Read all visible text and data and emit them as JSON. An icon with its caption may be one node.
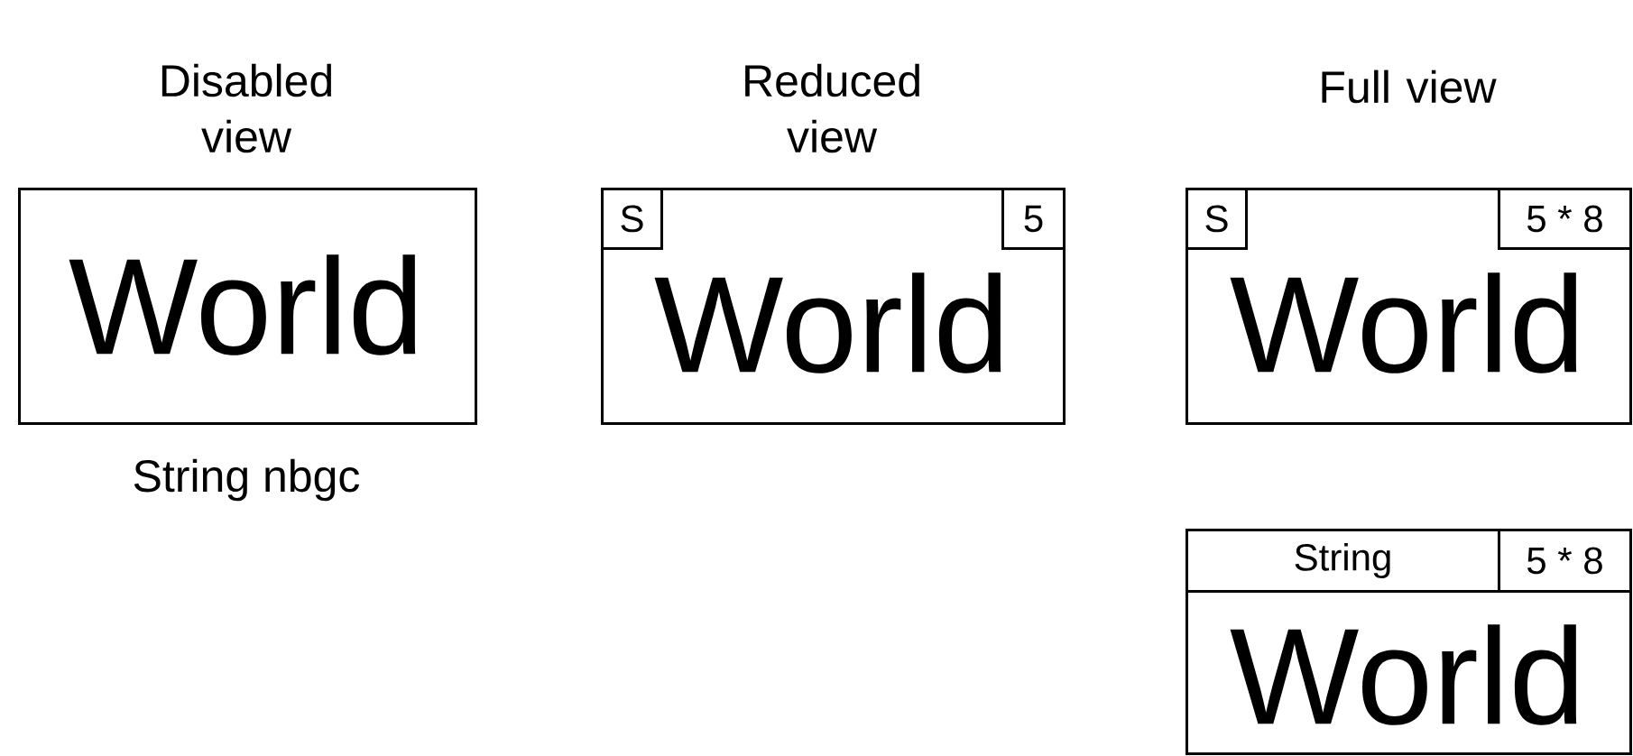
{
  "diagram": {
    "nodes": [
      {
        "text": [
          "Disabled view",
          "World"
        ],
        "beside": [
          "String nbgc"
        ]
      },
      {
        "text": [
          "Reduced view",
          "World"
        ]
      },
      {
        "text": [
          "S"
        ],
        "in": 1
      },
      {
        "text": [
          "5"
        ],
        "in": 1
      },
      {
        "text": [
          "Full view",
          "World"
        ]
      },
      {
        "text": [
          "S"
        ],
        "in": 4
      },
      {
        "text": [
          "5 * 8"
        ],
        "in": 4
      },
      {
        "text": [
          "World"
        ]
      },
      {
        "text": [
          "String"
        ],
        "in": 7
      },
      {
        "text": [
          "5 * 8"
        ],
        "in": 7
      }
    ]
  }
}
